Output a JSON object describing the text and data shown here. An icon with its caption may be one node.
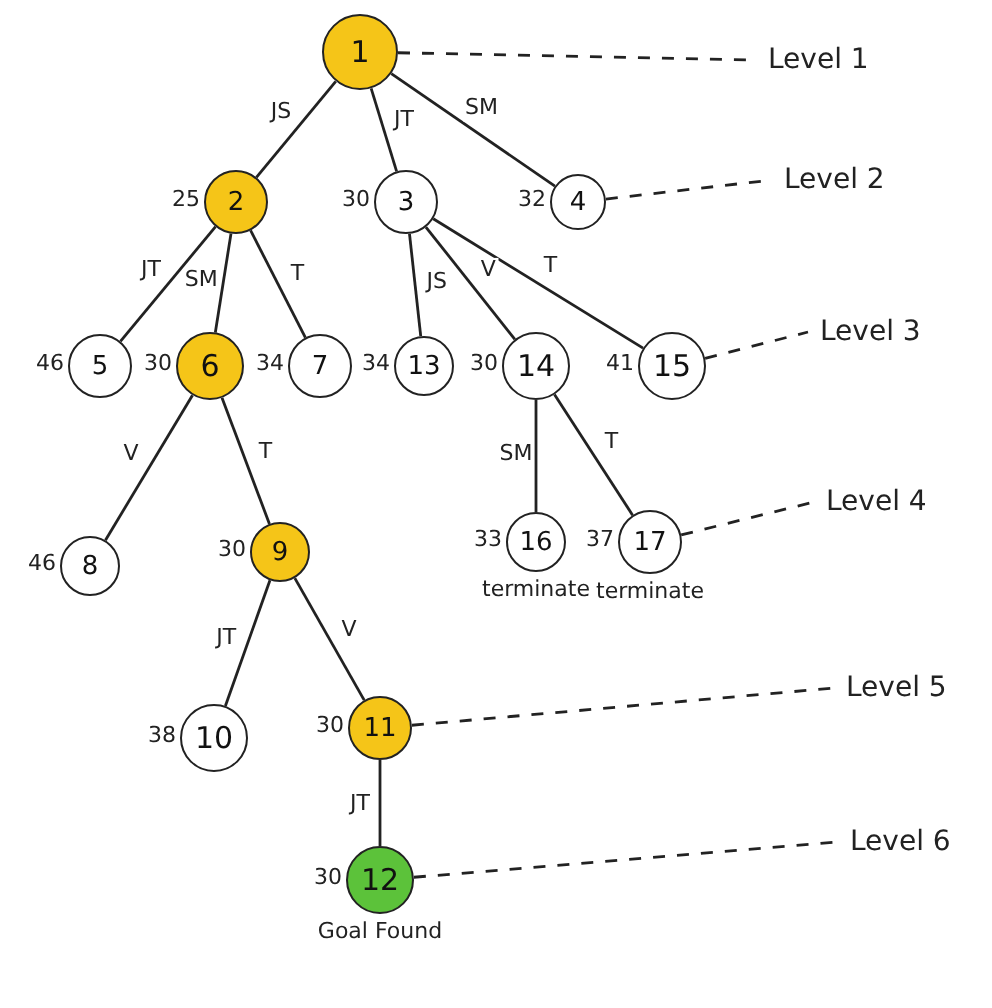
{
  "diagram": {
    "nodes": [
      {
        "text": [
          "1"
        ]
      },
      {
        "text": [
          "2"
        ],
        "beside": [
          "25"
        ]
      },
      {
        "text": [
          "3"
        ],
        "beside": [
          "30"
        ]
      },
      {
        "text": [
          "4"
        ],
        "beside": [
          "32"
        ]
      },
      {
        "text": [
          "5"
        ],
        "beside": [
          "46"
        ]
      },
      {
        "text": [
          "6"
        ],
        "beside": [
          "30"
        ]
      },
      {
        "text": [
          "7"
        ],
        "beside": [
          "34"
        ]
      },
      {
        "text": [
          "13"
        ],
        "beside": [
          "34"
        ]
      },
      {
        "text": [
          "14"
        ],
        "beside": [
          "30"
        ]
      },
      {
        "text": [
          "15"
        ],
        "beside": [
          "41"
        ]
      },
      {
        "text": [
          "8"
        ],
        "beside": [
          "46"
        ]
      },
      {
        "text": [
          "9"
        ],
        "beside": [
          "30"
        ]
      },
      {
        "text": [
          "16"
        ],
        "beside": [
          "33",
          "terminate"
        ]
      },
      {
        "text": [
          "17"
        ],
        "beside": [
          "37",
          "terminate"
        ]
      },
      {
        "text": [
          "10"
        ],
        "beside": [
          "38"
        ]
      },
      {
        "text": [
          "11"
        ],
        "beside": [
          "30"
        ]
      },
      {
        "text": [
          "12"
        ],
        "beside": [
          "30",
          "Goal Found"
        ]
      },
      {
        "text": [
          "Level 1"
        ]
      },
      {
        "text": [
          "Level 2"
        ]
      },
      {
        "text": [
          "Level 3"
        ]
      },
      {
        "text": [
          "Level 4"
        ]
      },
      {
        "text": [
          "Level 5"
        ]
      },
      {
        "text": [
          "Level 6"
        ]
      }
    ],
    "edges": [
      {
        "from": 0,
        "to": 1,
        "arrow": "none",
        "label": "JS"
      },
      {
        "from": 0,
        "to": 2,
        "arrow": "none",
        "label": "JT"
      },
      {
        "from": 0,
        "to": 3,
        "arrow": "none",
        "label": "SM"
      },
      {
        "from": 1,
        "to": 4,
        "arrow": "none",
        "label": "JT"
      },
      {
        "from": 1,
        "to": 5,
        "arrow": "none",
        "label": "SM"
      },
      {
        "from": 1,
        "to": 6,
        "arrow": "none",
        "label": "T"
      },
      {
        "from": 2,
        "to": 7,
        "arrow": "none",
        "label": "JS"
      },
      {
        "from": 2,
        "to": 8,
        "arrow": "none",
        "label": "V"
      },
      {
        "from": 2,
        "to": 9,
        "arrow": "none",
        "label": "T"
      },
      {
        "from": 5,
        "to": 10,
        "arrow": "none",
        "label": "V"
      },
      {
        "from": 5,
        "to": 11,
        "arrow": "none",
        "label": "T"
      },
      {
        "from": 8,
        "to": 12,
        "arrow": "none",
        "label": "SM"
      },
      {
        "from": 8,
        "to": 13,
        "arrow": "none",
        "label": "T"
      },
      {
        "from": 11,
        "to": 14,
        "arrow": "none",
        "label": "JT"
      },
      {
        "from": 11,
        "to": 15,
        "arrow": "none",
        "label": "V"
      },
      {
        "from": 15,
        "to": 16,
        "arrow": "none",
        "label": "JT"
      },
      {
        "from": 0,
        "to": 17,
        "arrow": "none",
        "style": "dashed"
      },
      {
        "from": 3,
        "to": 18,
        "arrow": "none",
        "style": "dashed"
      },
      {
        "from": 9,
        "to": 19,
        "arrow": "none",
        "style": "dashed"
      },
      {
        "from": 13,
        "to": 20,
        "arrow": "none",
        "style": "dashed"
      },
      {
        "from": 15,
        "to": 21,
        "arrow": "none",
        "style": "dashed"
      },
      {
        "from": 16,
        "to": 22,
        "arrow": "none",
        "style": "dashed"
      }
    ]
  }
}
